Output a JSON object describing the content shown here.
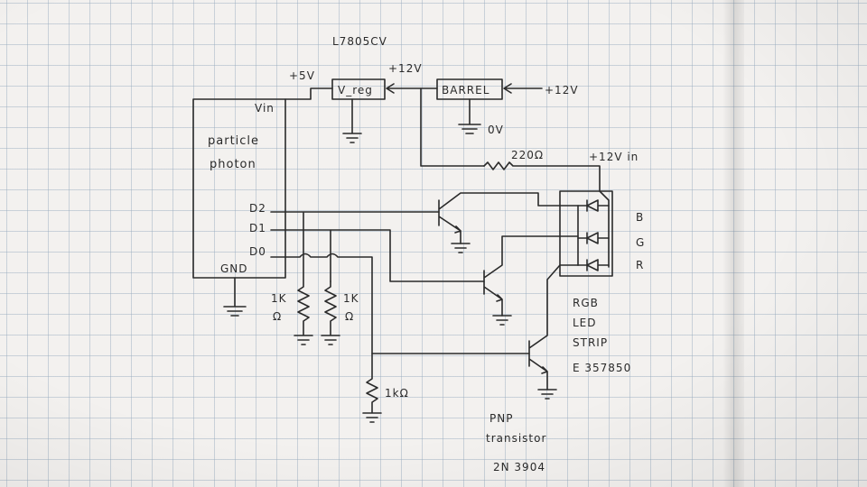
{
  "labels": {
    "regulator_part": "L7805CV",
    "plus5v": "+5V",
    "plus12v_top": "+12V",
    "vreg": "V_reg",
    "barrel": "BARREL",
    "plus12v_in": "+12V",
    "zero_v": "0V",
    "vin": "Vin",
    "particle": "particle",
    "photon": "photon",
    "d2": "D2",
    "d1": "D1",
    "d0": "D0",
    "gnd": "GND",
    "r220": "220Ω",
    "led_supply": "+12V in",
    "b": "B",
    "g": "G",
    "r": "R",
    "r1k_a_top": "1K",
    "r1k_a_bot": "Ω",
    "r1k_b_top": "1K",
    "r1k_b_bot": "Ω",
    "r1k_c": "1kΩ",
    "strip_1": "RGB",
    "strip_2": "LED",
    "strip_3": "STRIP",
    "strip_4": "E 357850",
    "pnp_1": "PNP",
    "pnp_2": "transistor",
    "pnp_3": "2N 3904"
  }
}
